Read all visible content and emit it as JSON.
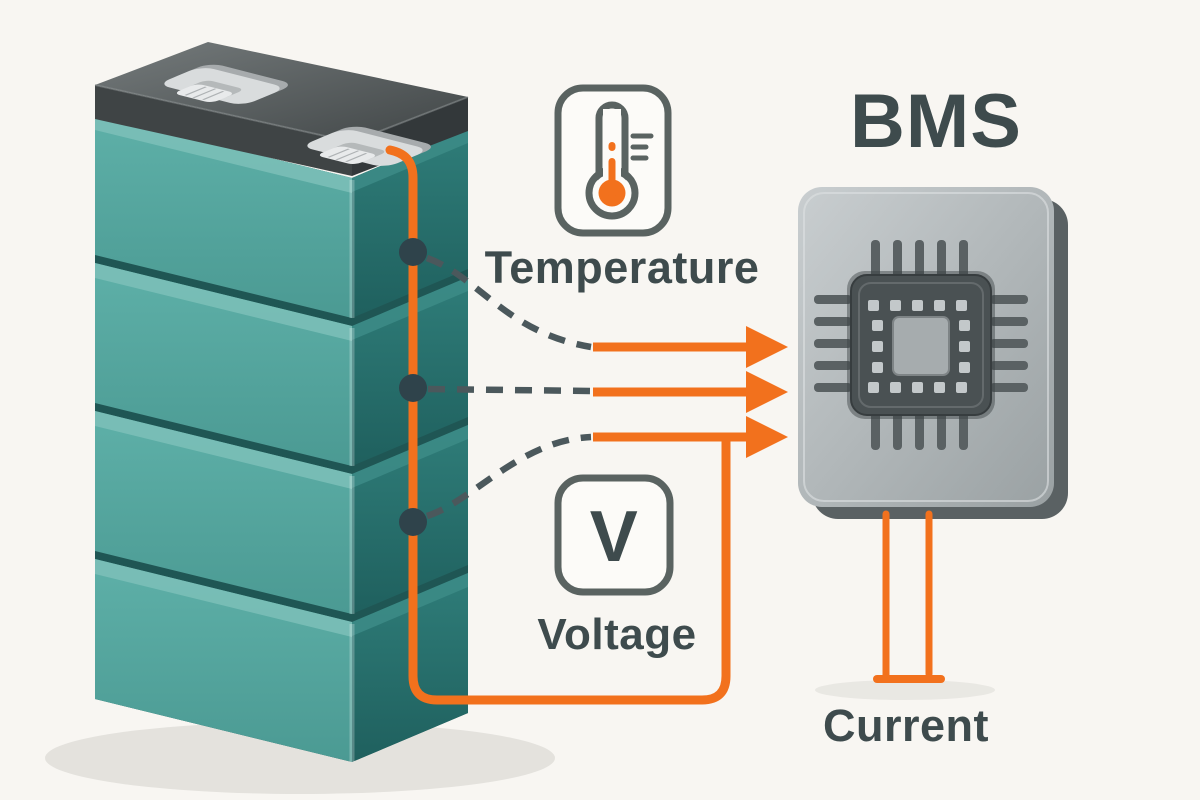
{
  "colors": {
    "bg": "#f8f6f2",
    "accent": "#f2711d",
    "text": "#3e4b4d",
    "icon": "#5a6361",
    "lead": "#4b585c",
    "dot": "#2f434b",
    "board": "#b9bfc1",
    "board_edge": "#5a6163",
    "teal": "#54a39c",
    "teal_dark": "#2b7673",
    "cap": "#4b5051"
  },
  "bms": {
    "title": "BMS"
  },
  "sensors": {
    "temperature": "Temperature",
    "voltage": "Voltage",
    "current": "Current",
    "voltage_symbol": "V"
  }
}
